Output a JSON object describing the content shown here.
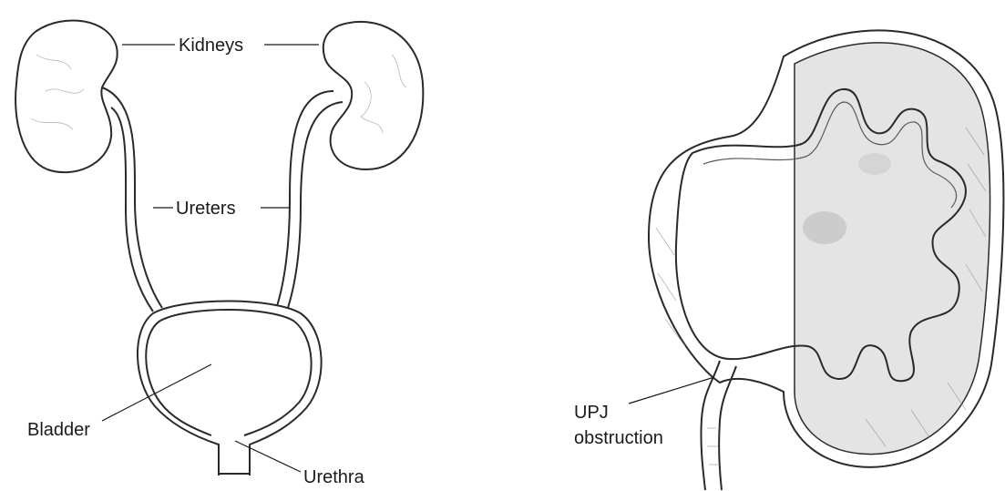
{
  "labels": {
    "kidneys": "Kidneys",
    "ureters": "Ureters",
    "bladder": "Bladder",
    "urethra": "Urethra",
    "upj_line1": "UPJ",
    "upj_line2": "obstruction"
  },
  "colors": {
    "ink": "#1a1a1a",
    "organ_fill": "#e2e2e2",
    "organ_fill_light": "#f2f2f2",
    "background": "#ffffff"
  }
}
